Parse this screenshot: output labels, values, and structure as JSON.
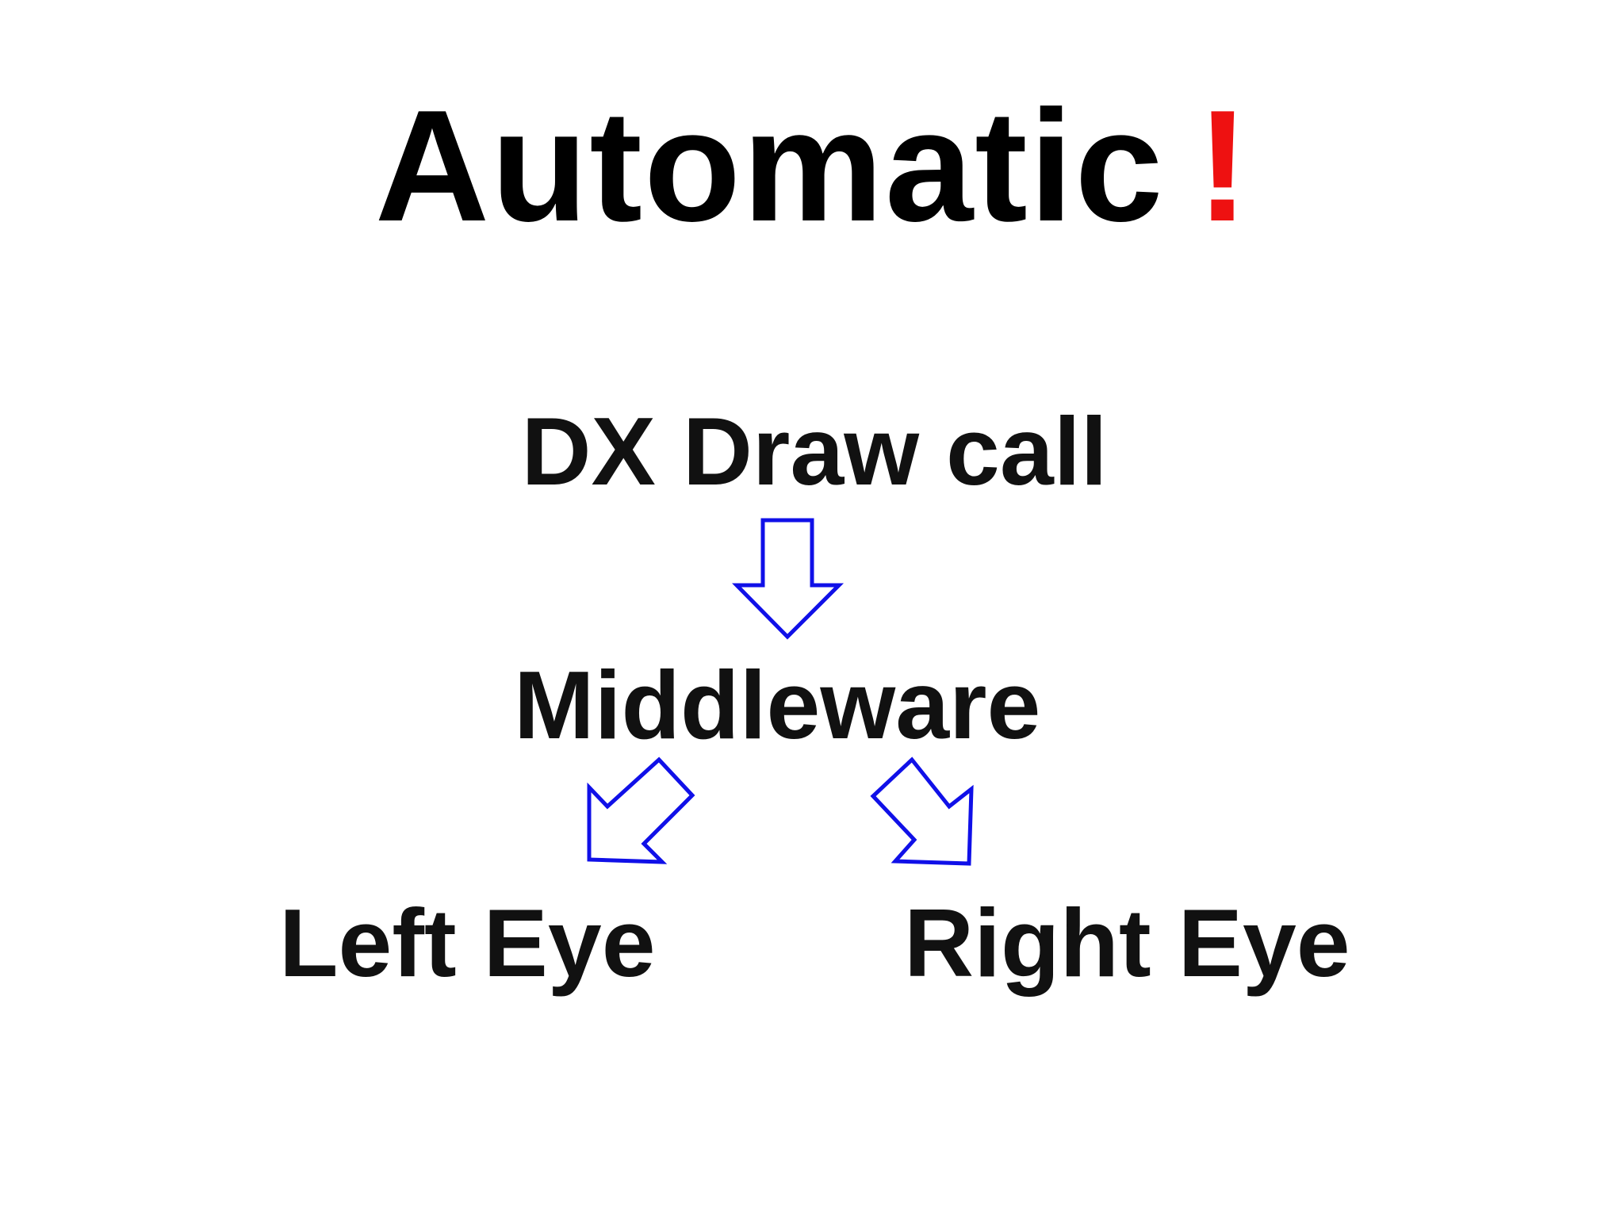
{
  "slide": {
    "title": "Automatic",
    "title_mark": "!",
    "title_mark_color": "#ee1111",
    "arrow_color": "#1010e8"
  },
  "diagram": {
    "top_label": "DX Draw call",
    "middle_label": "Middleware",
    "left_label": "Left Eye",
    "right_label": "Right Eye",
    "arrows": [
      {
        "name": "down-arrow-icon",
        "from": "DX Draw call",
        "to": "Middleware"
      },
      {
        "name": "down-left-arrow-icon",
        "from": "Middleware",
        "to": "Left Eye"
      },
      {
        "name": "down-right-arrow-icon",
        "from": "Middleware",
        "to": "Right Eye"
      }
    ]
  }
}
